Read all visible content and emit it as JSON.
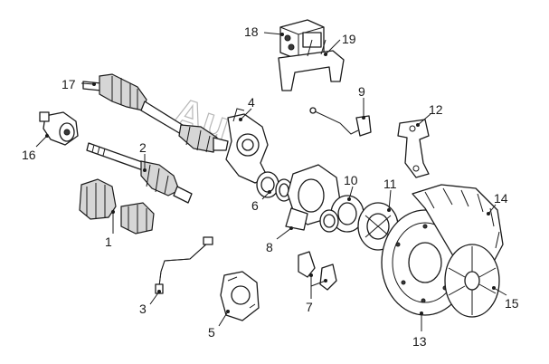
{
  "diagram": {
    "watermark": "Au",
    "callouts": [
      {
        "id": "1",
        "label": "1"
      },
      {
        "id": "2",
        "label": "2"
      },
      {
        "id": "3",
        "label": "3"
      },
      {
        "id": "4",
        "label": "4"
      },
      {
        "id": "5",
        "label": "5"
      },
      {
        "id": "6",
        "label": "6"
      },
      {
        "id": "7",
        "label": "7"
      },
      {
        "id": "8",
        "label": "8"
      },
      {
        "id": "9",
        "label": "9"
      },
      {
        "id": "10",
        "label": "10"
      },
      {
        "id": "11",
        "label": "11"
      },
      {
        "id": "12",
        "label": "12"
      },
      {
        "id": "13",
        "label": "13"
      },
      {
        "id": "14",
        "label": "14"
      },
      {
        "id": "15",
        "label": "15"
      },
      {
        "id": "16",
        "label": "16"
      },
      {
        "id": "17",
        "label": "17"
      },
      {
        "id": "18",
        "label": "18"
      },
      {
        "id": "19",
        "label": "19"
      }
    ]
  }
}
